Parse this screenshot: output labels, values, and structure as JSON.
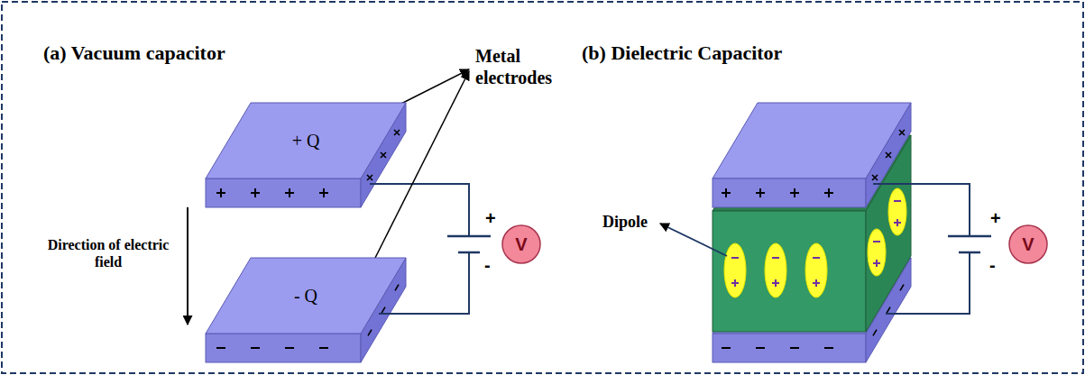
{
  "diagram": {
    "nodes": [
      {
        "text": [
          "+ Q"
        ]
      },
      {
        "text": [
          "V"
        ]
      },
      {
        "text": [
          "- Q"
        ]
      },
      {
        "text": [
          "V"
        ]
      }
    ],
    "labels": [
      "(a) Vacuum capacitor",
      "Metal electrodes",
      "(b) Dielectric Capacitor",
      "Direction of electric field",
      "+",
      "-",
      "Dipole",
      "+",
      "-"
    ]
  }
}
